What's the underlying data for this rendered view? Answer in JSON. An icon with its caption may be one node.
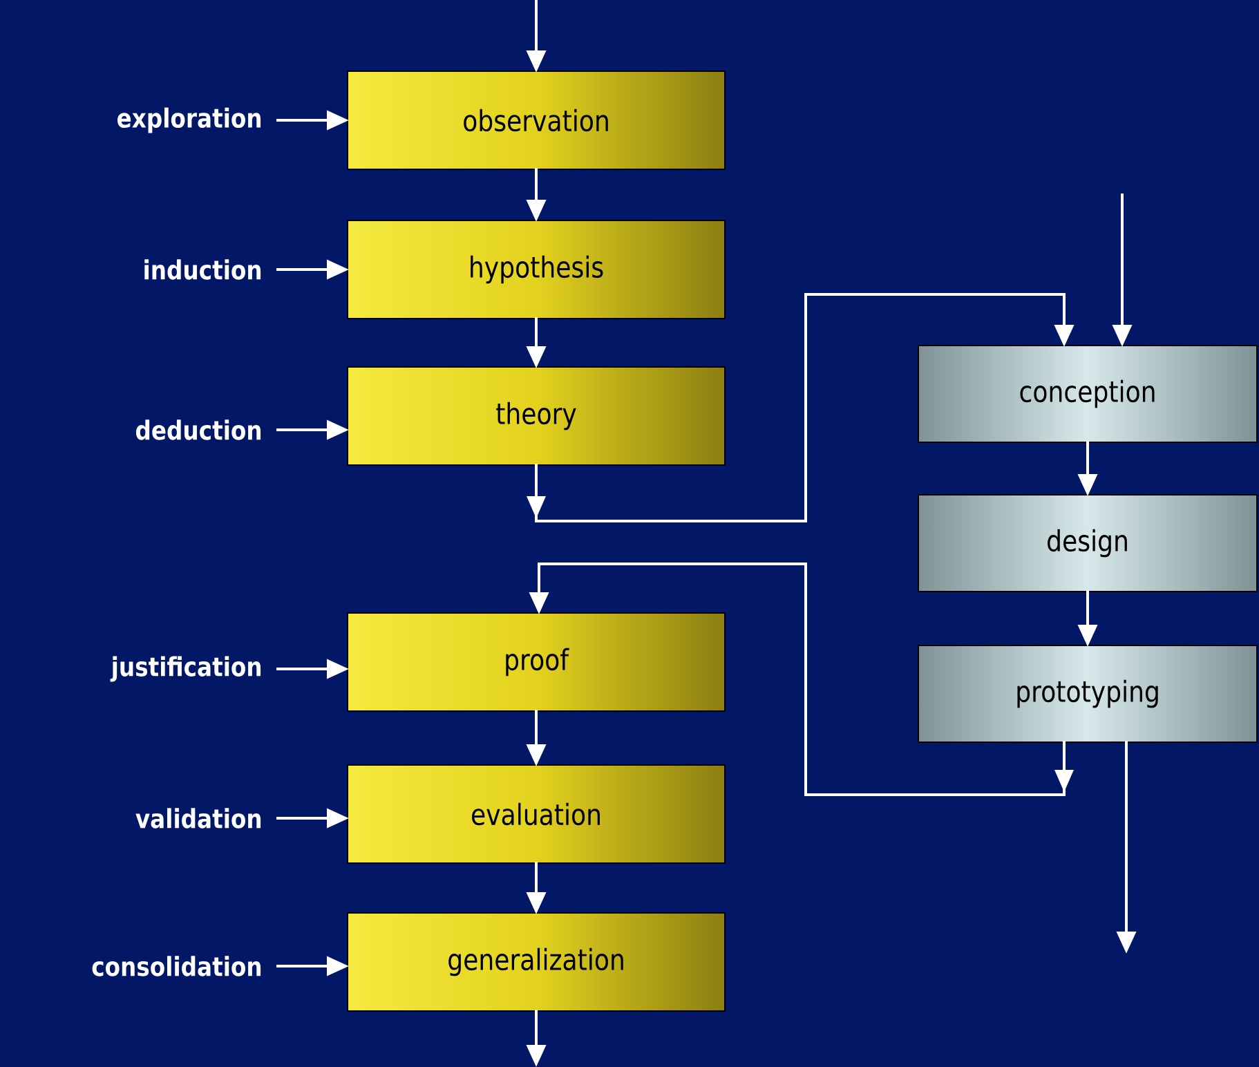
{
  "diagram": {
    "nodes": [
      {
        "text": [
          "exploration"
        ]
      },
      {
        "text": [
          "observation"
        ]
      },
      {
        "text": [
          "induction"
        ]
      },
      {
        "text": [
          "hypothesis"
        ]
      },
      {
        "text": [
          "deduction"
        ]
      },
      {
        "text": [
          "theory"
        ]
      },
      {
        "text": [
          "conception"
        ]
      },
      {
        "text": [
          "design"
        ]
      },
      {
        "text": [
          "prototyping"
        ]
      },
      {
        "text": [
          "justification"
        ]
      },
      {
        "text": [
          "proof"
        ]
      },
      {
        "text": [
          "validation"
        ]
      },
      {
        "text": [
          "evaluation"
        ]
      },
      {
        "text": [
          "consolidation"
        ]
      },
      {
        "text": [
          "generalization"
        ]
      }
    ],
    "edges": [
      {
        "from": null,
        "to": 1,
        "arrow": "to"
      },
      {
        "from": 0,
        "to": 1,
        "arrow": "to"
      },
      {
        "from": 1,
        "to": 3,
        "arrow": "to"
      },
      {
        "from": 2,
        "to": 3,
        "arrow": "to"
      },
      {
        "from": 3,
        "to": 5,
        "arrow": "to"
      },
      {
        "from": 4,
        "to": 5,
        "arrow": "to"
      },
      {
        "from": 5,
        "to": 6,
        "arrow": "to"
      },
      {
        "from": null,
        "to": 6,
        "arrow": "to"
      },
      {
        "from": 6,
        "to": 7,
        "arrow": "to"
      },
      {
        "from": 7,
        "to": 8,
        "arrow": "to"
      },
      {
        "from": 8,
        "to": 10,
        "arrow": "to"
      },
      {
        "from": 8,
        "to": null,
        "arrow": "to"
      },
      {
        "from": 9,
        "to": 10,
        "arrow": "to"
      },
      {
        "from": 10,
        "to": 12,
        "arrow": "to"
      },
      {
        "from": 11,
        "to": 12,
        "arrow": "to"
      },
      {
        "from": 12,
        "to": 14,
        "arrow": "to"
      },
      {
        "from": 13,
        "to": 14,
        "arrow": "to"
      },
      {
        "from": 14,
        "to": null,
        "arrow": "to"
      }
    ]
  }
}
